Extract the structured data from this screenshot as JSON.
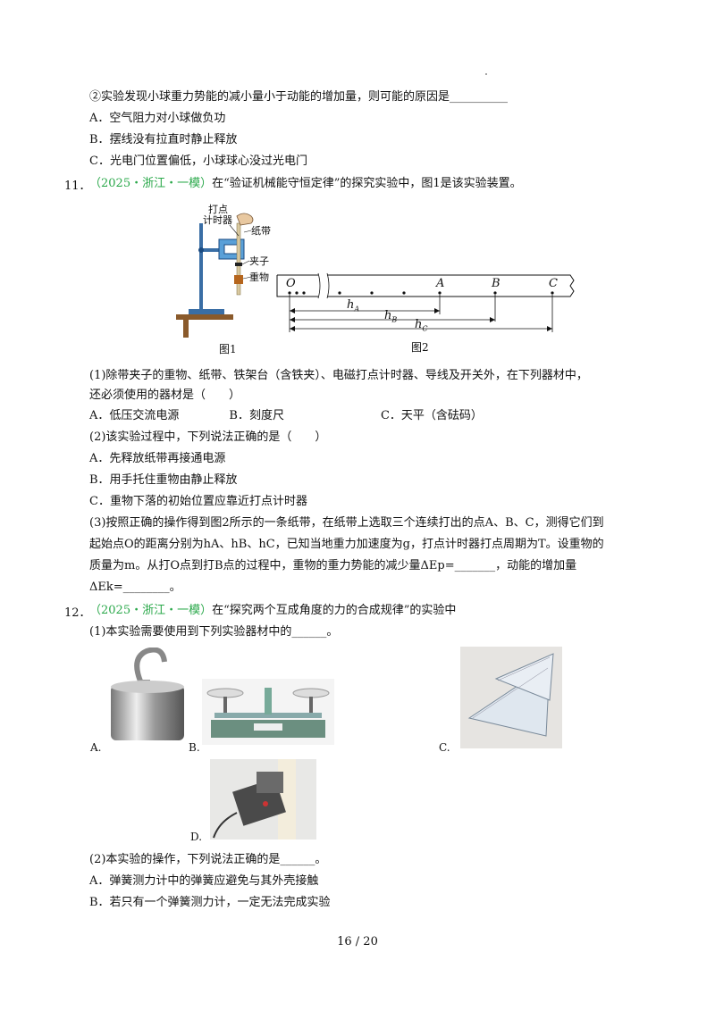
{
  "top_block": {
    "q10_sub2": "②实验发现小球重力势能的减小量小于动能的增加量，则可能的原因是__________",
    "q10_optA": "A．空气阻力对小球做负功",
    "q10_optB": "B．摆线没有拉直时静止释放",
    "q10_optC": "C．光电门位置偏低，小球球心没过光电门"
  },
  "q11": {
    "num": "11．",
    "tag": "（2025・浙江・一模）",
    "stem": "在“验证机械能守恒定律”的探究实验中，图1是该实验装置。",
    "fig1_caption": "图1",
    "fig2_caption": "图2",
    "fig1_labels": [
      "打点",
      "计时器",
      "纸带",
      "夹子",
      "重物"
    ],
    "fig2_points": [
      "O",
      "A",
      "B",
      "C"
    ],
    "fig2_h": [
      "h",
      "A",
      "h",
      "B",
      "h",
      "C"
    ],
    "s1_line1": "(1)除带夹子的重物、纸带、铁架台（含铁夹）、电磁打点计时器、导线及开关外，在下列器材中，",
    "s1_line2": "还必须使用的器材是（　　）",
    "s1_optA": "A．低压交流电源",
    "s1_optB": "B．刻度尺",
    "s1_optC": "C．天平（含砝码）",
    "s2_stem": "(2)该实验过程中，下列说法正确的是（　　）",
    "s2_optA": "A．先释放纸带再接通电源",
    "s2_optB": "B．用手托住重物由静止释放",
    "s2_optC": "C．重物下落的初始位置应靠近打点计时器",
    "s3_line1": "(3)按照正确的操作得到图2所示的一条纸带，在纸带上选取三个连续打出的点A、B、C，测得它们到",
    "s3_line2": "起始点O的距离分别为hA、hB、hC，已知当地重力加速度为g，打点计时器打点周期为T。设重物的",
    "s3_line3": "质量为m。从打O点到打B点的过程中，重物的重力势能的减少量ΔEp=_______，动能的增加量",
    "s3_line4": "ΔEk=________。"
  },
  "q12": {
    "num": "12．",
    "tag": "（2025・浙江・一模）",
    "stem": "在“探究两个互成角度的力的合成规律”的实验中",
    "s1_stem": "(1)本实验需要使用到下列实验器材中的______。",
    "opt_labels": [
      "A.",
      "B.",
      "C.",
      "D."
    ],
    "s2_stem": "(2)本实验的操作，下列说法正确的是______。",
    "s2_optA": "A．弹簧测力计中的弹簧应避免与其外壳接触",
    "s2_optB": "B．若只有一个弹簧测力计，一定无法完成实验"
  },
  "footer": {
    "page": "16 / 20"
  }
}
